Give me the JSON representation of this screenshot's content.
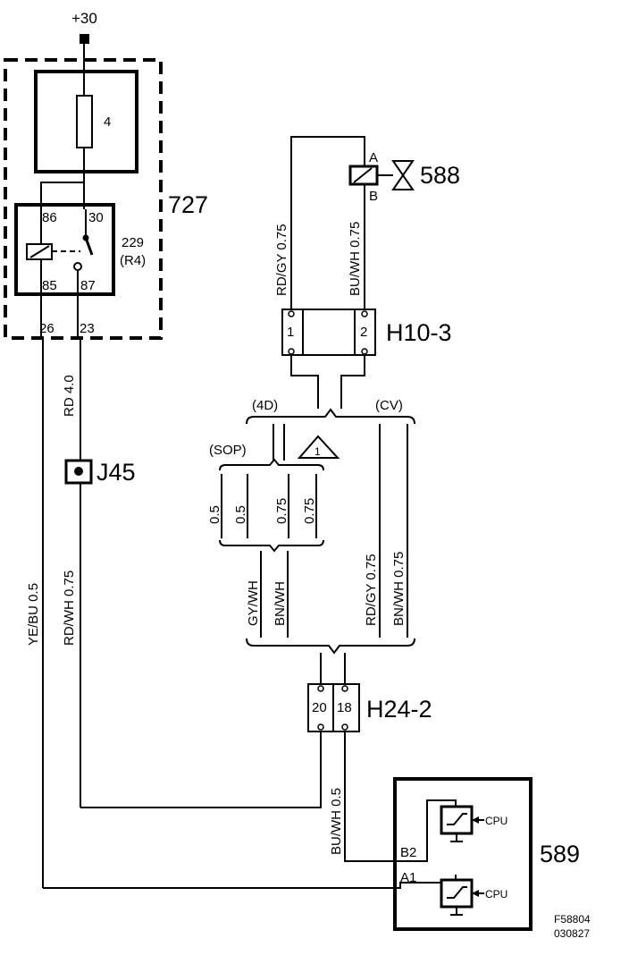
{
  "power": {
    "label": "+30"
  },
  "fusebox": {
    "id": "727",
    "fuse_number": "4"
  },
  "relay": {
    "id": "229",
    "sub": "(R4)",
    "pins": [
      "86",
      "30",
      "85",
      "87"
    ],
    "pin_out_left": "26",
    "pin_out_right": "23"
  },
  "wires": {
    "rd_40": "RD   4.0",
    "rdwh_075": "RD/WH  0.75",
    "yebu_05": "YE/BU  0.5",
    "rdgy_075_top": "RD/GY  0.75",
    "buwh_075_top": "BU/WH  0.75",
    "rdgy_075": "RD/GY  0.75",
    "bnwh_075": "BN/WH  0.75",
    "gywh": "GY/WH",
    "bnwh": "BN/WH",
    "buwh_05": "BU/WH  0.5"
  },
  "splice": {
    "id": "J45"
  },
  "component_588": {
    "id": "588",
    "pin_a": "A",
    "pin_b": "B"
  },
  "connector_h10_3": {
    "id": "H10-3",
    "pins": [
      "1",
      "2"
    ]
  },
  "connector_h24_2": {
    "id": "H24-2",
    "pins": [
      "20",
      "18"
    ]
  },
  "variants": {
    "d4": "(4D)",
    "cv": "(CV)",
    "sop": "(SOP)",
    "note_number": "1"
  },
  "sizes": [
    "0.5",
    "0.5",
    "0.75",
    "0.75"
  ],
  "module_589": {
    "id": "589",
    "pin_b2": "B2",
    "pin_a1": "A1",
    "cpu_label": "CPU"
  },
  "figure": {
    "code": "F58804",
    "date": "030827"
  }
}
